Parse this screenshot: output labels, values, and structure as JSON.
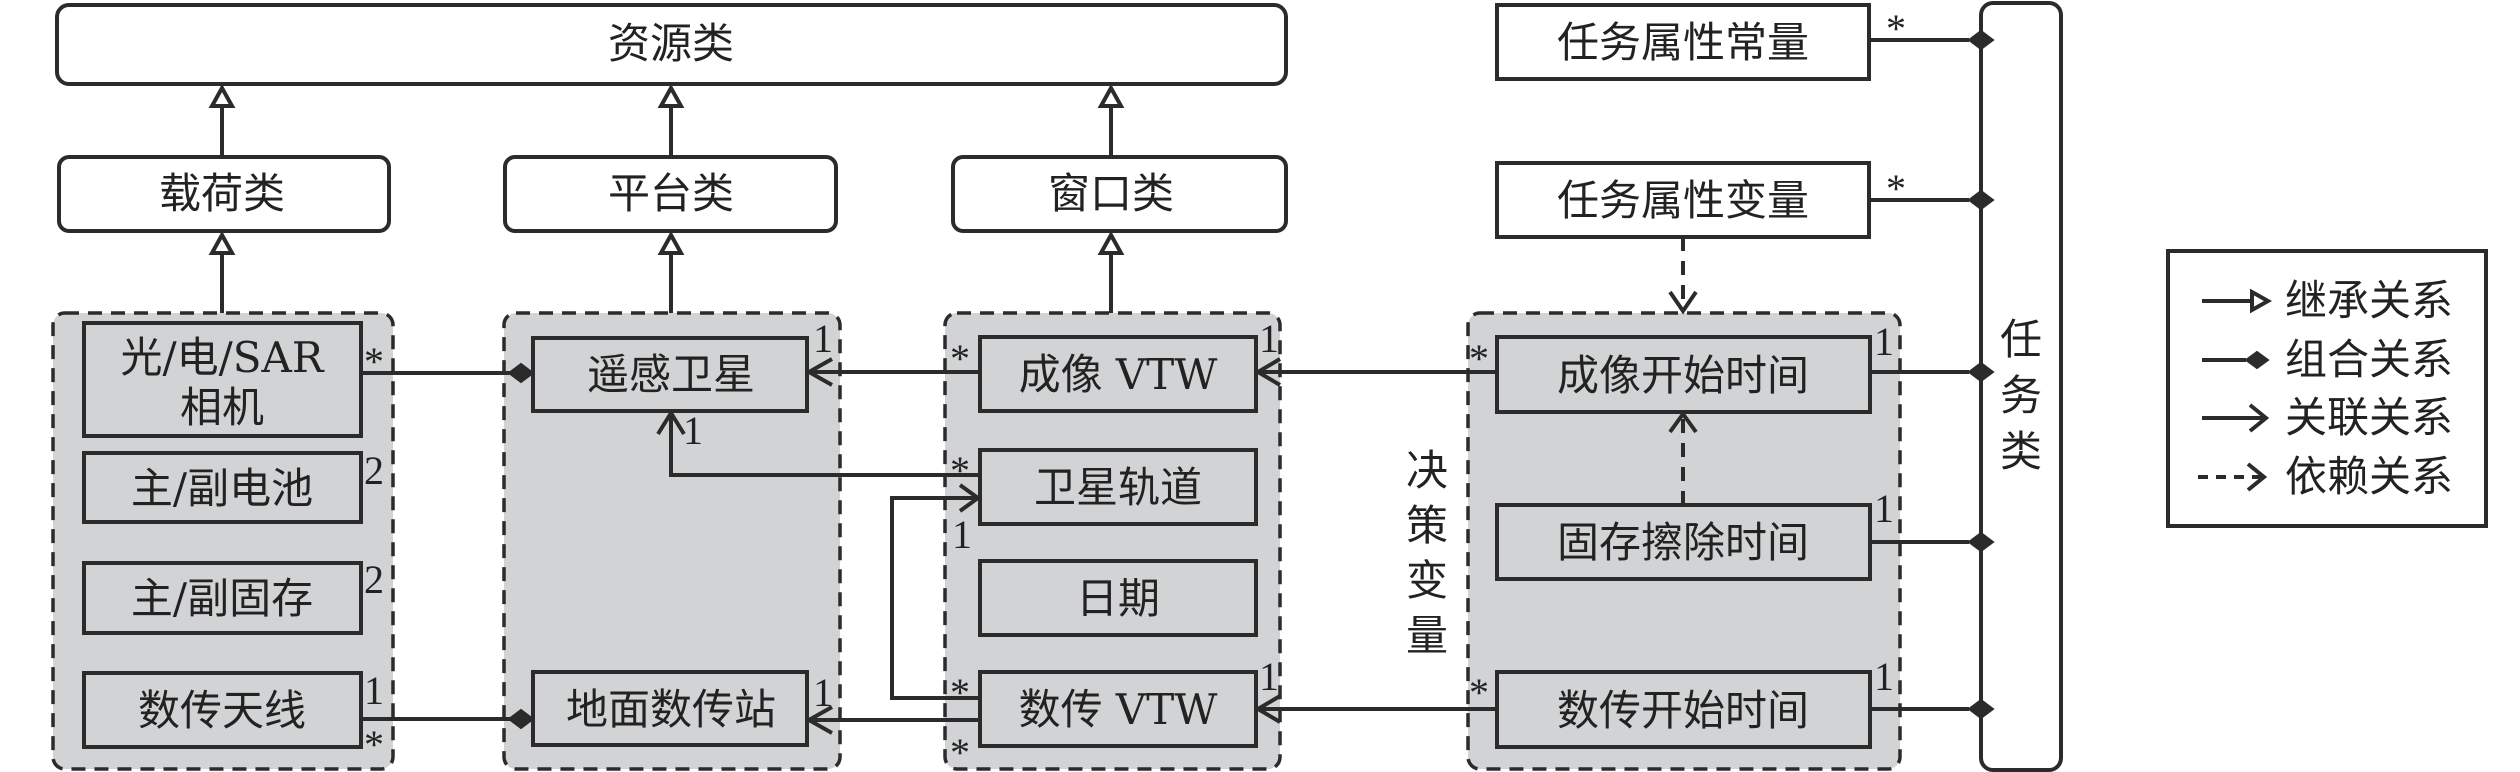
{
  "resource_class": {
    "label": "资源类"
  },
  "subclasses": {
    "payload": "载荷类",
    "platform": "平台类",
    "window": "窗口类"
  },
  "payload_panel": {
    "items": [
      {
        "line1": "光/电/SAR",
        "line2": "相机",
        "mult": "*"
      },
      {
        "label": "主/副电池",
        "mult": "2"
      },
      {
        "label": "主/副固存",
        "mult": "2"
      },
      {
        "label": "数传天线",
        "mult_top": "1",
        "mult_bottom": "*"
      }
    ]
  },
  "platform_panel": {
    "items": [
      {
        "label": "遥感卫星",
        "mult_right": "1",
        "mult_bottom": "1"
      },
      {
        "label": "地面数传站",
        "mult_right": "1"
      }
    ]
  },
  "window_panel": {
    "items": [
      {
        "label": "成像 VTW",
        "mult_left": "*",
        "mult_right": "1"
      },
      {
        "label": "卫星轨道",
        "mult_left_top": "*",
        "mult_left_bottom": "1"
      },
      {
        "label": "日期"
      },
      {
        "label": "数传 VTW",
        "mult_left_top": "*",
        "mult_left_bottom": "*",
        "mult_right": "1"
      }
    ]
  },
  "task_attrs": {
    "constant": {
      "label": "任务属性常量",
      "mult": "*"
    },
    "variable": {
      "label": "任务属性变量",
      "mult": "*"
    }
  },
  "decision_panel": {
    "side_label": [
      "决",
      "策",
      "变",
      "量"
    ],
    "items": [
      {
        "label": "成像开始时间",
        "mult_left": "*",
        "mult_right": "1"
      },
      {
        "label": "固存擦除时间",
        "mult_right": "1"
      },
      {
        "label": "数传开始时间",
        "mult_left": "*",
        "mult_right": "1"
      }
    ]
  },
  "task_class": {
    "chars": [
      "任",
      "务",
      "类"
    ]
  },
  "legend": {
    "items": [
      {
        "symbol": "inheritance-arrow",
        "label": "继承关系"
      },
      {
        "symbol": "composition-diamond",
        "label": "组合关系"
      },
      {
        "symbol": "association-arrow",
        "label": "关联关系"
      },
      {
        "symbol": "dependency-dashed-arrow",
        "label": "依赖关系"
      }
    ]
  }
}
